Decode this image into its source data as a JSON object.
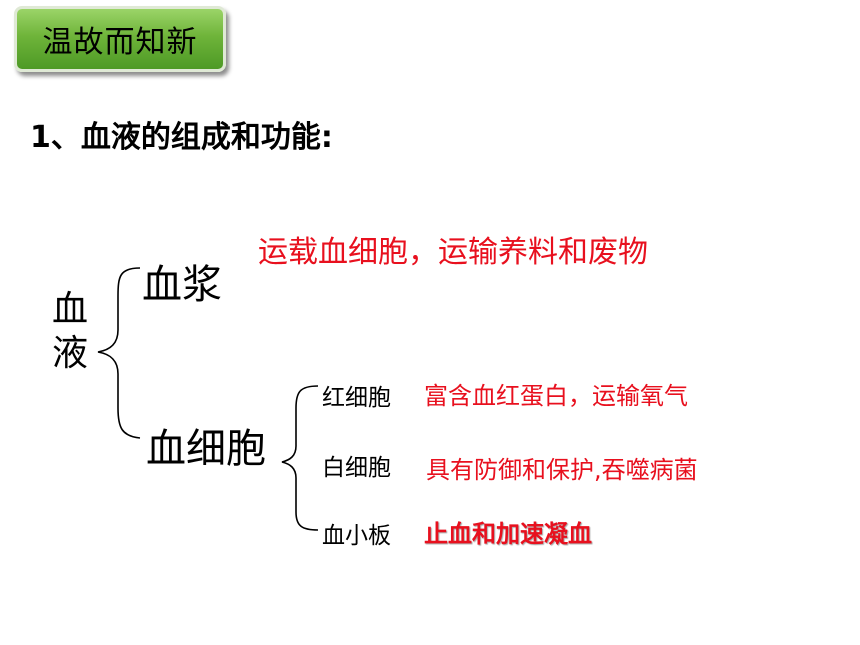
{
  "badge": {
    "label": "温故而知新"
  },
  "heading": "1、血液的组成和功能:",
  "tree": {
    "root": "血液",
    "plasma": {
      "label": "血浆",
      "function": "运载血细胞，运输养料和废物"
    },
    "cells": {
      "label": "血细胞",
      "types": [
        {
          "label": "红细胞",
          "function": "富含血红蛋白，运输氧气"
        },
        {
          "label": "白细胞",
          "function": "具有防御和保护,吞噬病菌"
        },
        {
          "label": "血小板",
          "function": "止血和加速凝血"
        }
      ]
    }
  },
  "colors": {
    "accent_red": "#e8101e",
    "badge_green": "#6fb43a"
  }
}
